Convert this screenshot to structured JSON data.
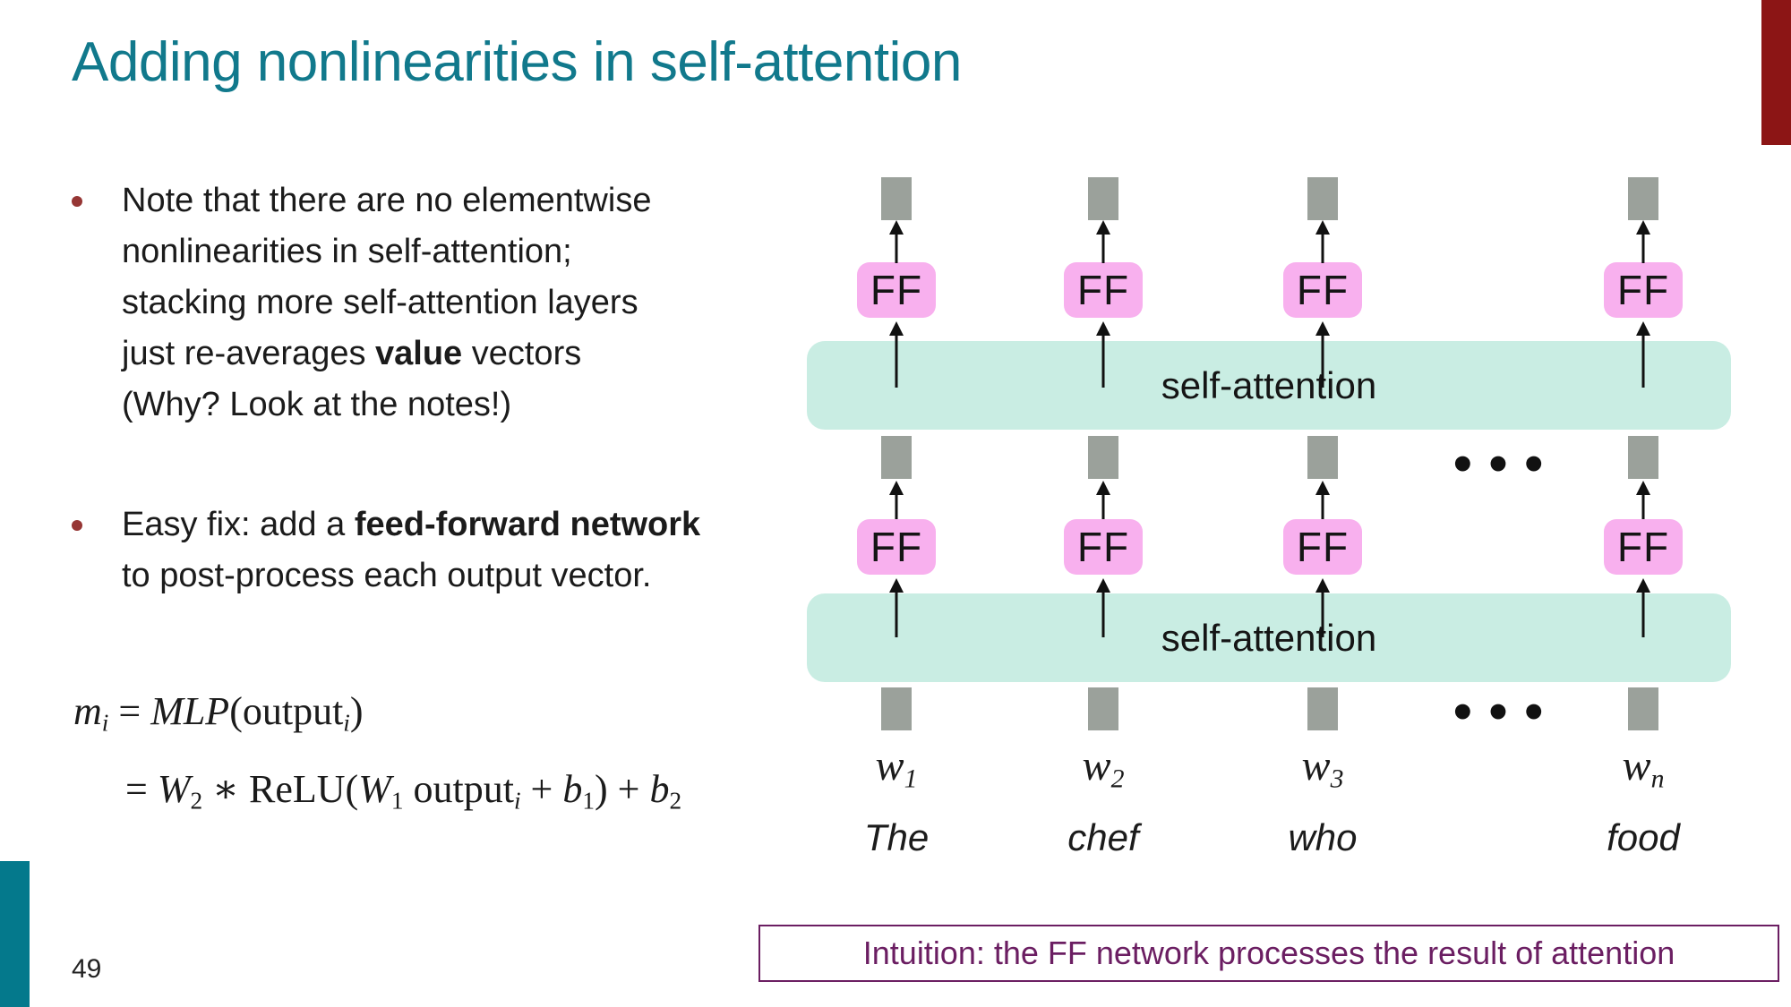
{
  "title": "Adding nonlinearities in self-attention",
  "page_number": "49",
  "bullets": [
    {
      "segments": [
        {
          "t": "Note that there are no elementwise",
          "c": ""
        },
        {
          "br": true
        },
        {
          "t": "nonlinearities in self-attention;",
          "c": ""
        },
        {
          "br": true
        },
        {
          "t": "stacking more self-attention layers",
          "c": ""
        },
        {
          "br": true
        },
        {
          "t": "just re-averages ",
          "c": ""
        },
        {
          "t": "value",
          "c": "b"
        },
        {
          "t": " vectors",
          "c": ""
        },
        {
          "br": true
        },
        {
          "t": "(Why? Look at the notes!)",
          "c": ""
        }
      ]
    },
    {
      "segments": [
        {
          "t": "Easy fix: add a ",
          "c": ""
        },
        {
          "t": "feed-forward network",
          "c": "b"
        },
        {
          "br": true
        },
        {
          "t": "to post-process each output vector.",
          "c": ""
        }
      ]
    }
  ],
  "formula": {
    "line1": [
      {
        "t": "m",
        "c": "it"
      },
      {
        "t": "i",
        "c": "it sub"
      },
      {
        "t": " = ",
        "c": ""
      },
      {
        "t": "MLP",
        "c": "it"
      },
      {
        "t": "(output",
        "c": ""
      },
      {
        "t": "i",
        "c": "it sub"
      },
      {
        "t": ")",
        "c": ""
      }
    ],
    "line2": [
      {
        "t": "= ",
        "c": ""
      },
      {
        "t": "W",
        "c": "it"
      },
      {
        "t": "2",
        "c": "sub"
      },
      {
        "t": " ∗ ReLU(",
        "c": ""
      },
      {
        "t": "W",
        "c": "it"
      },
      {
        "t": "1",
        "c": "sub"
      },
      {
        "t": " output",
        "c": ""
      },
      {
        "t": "i",
        "c": "it sub"
      },
      {
        "t": " + ",
        "c": ""
      },
      {
        "t": "b",
        "c": "it"
      },
      {
        "t": "1",
        "c": "sub"
      },
      {
        "t": ") + ",
        "c": ""
      },
      {
        "t": "b",
        "c": "it"
      },
      {
        "t": "2",
        "c": "sub"
      }
    ]
  },
  "diagram": {
    "ff_label": "FF",
    "attention_label": "self-attention",
    "ellipsis": "•••",
    "token_symbol": "w",
    "tokens": [
      {
        "subscript": "1",
        "word": "The"
      },
      {
        "subscript": "2",
        "word": "chef"
      },
      {
        "subscript": "3",
        "word": "who"
      },
      {
        "subscript": "n",
        "word": "food"
      }
    ]
  },
  "callout": {
    "text": "Intuition: the FF network processes the result of attention"
  },
  "colors": {
    "title_teal": "#11798C",
    "accent_red": "#8C1515",
    "accent_teal": "#04798C",
    "vector_gray": "#9BA19B",
    "ff_pink": "#F8B0EE",
    "attention_mint": "#C9EDE3",
    "callout_purple": "#6B1E62",
    "bullet_red": "#963634",
    "text_black": "#1B1B1B"
  }
}
